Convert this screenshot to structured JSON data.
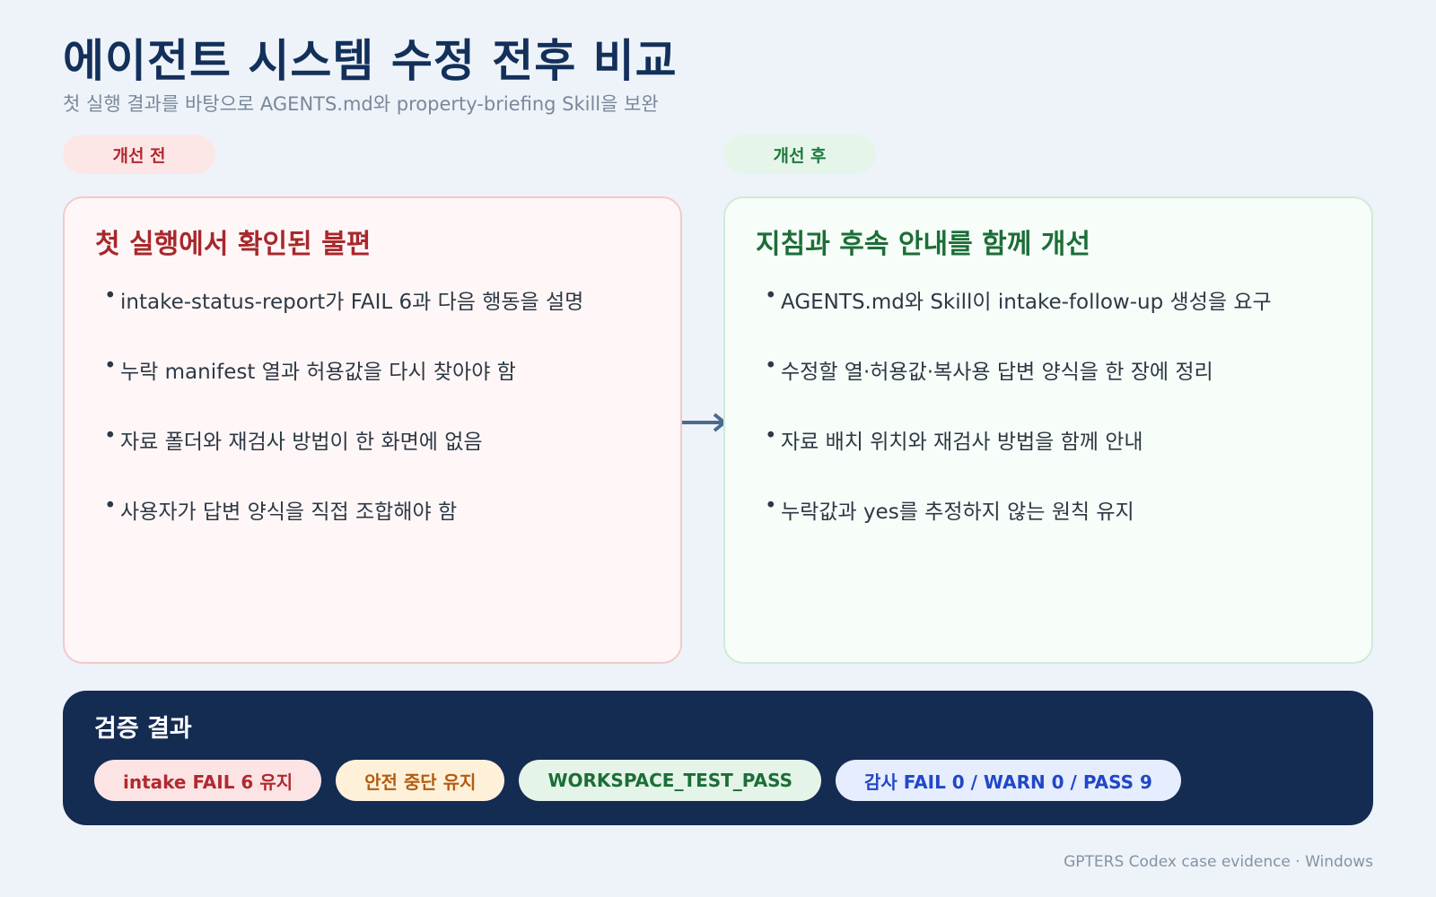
{
  "title": "에이전트 시스템 수정 전후 비교",
  "subtitle": "첫 실행 결과를 바탕으로 AGENTS.md와 property-briefing Skill을 보완",
  "before": {
    "label": "개선 전",
    "card_title": "첫 실행에서 확인된 불편",
    "items": [
      "intake-status-report가 FAIL 6과 다음 행동을 설명",
      "누락 manifest 열과 허용값을 다시 찾아야 함",
      "자료 폴더와 재검사 방법이 한 화면에 없음",
      "사용자가 답변 양식을 직접 조합해야 함"
    ]
  },
  "after": {
    "label": "개선 후",
    "card_title": "지침과 후속 안내를 함께 개선",
    "items": [
      "AGENTS.md와 Skill이 intake-follow-up 생성을 요구",
      "수정할 열·허용값·복사용 답변 양식을 한 장에 정리",
      "자료 배치 위치와 재검사 방법을 함께 안내",
      "누락값과 yes를 추정하지 않는 원칙 유지"
    ]
  },
  "results": {
    "title": "검증 결과",
    "badges": [
      "intake FAIL 6 유지",
      "안전 중단 유지",
      "WORKSPACE_TEST_PASS",
      "감사 FAIL 0 / WARN 0 / PASS 9"
    ]
  },
  "footer": "GPTERS Codex case evidence · Windows",
  "icons": {
    "bullet": "•",
    "arrow": "arrow-right-icon"
  },
  "colors": {
    "before_accent": "#b02a30",
    "after_accent": "#1c6e37",
    "results_bg": "#142b52"
  }
}
